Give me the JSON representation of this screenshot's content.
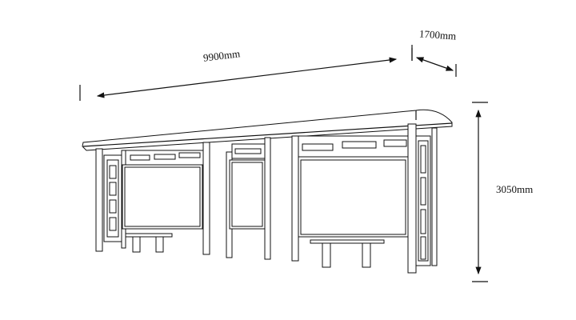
{
  "title": "Bus shelter elevation drawing",
  "dimensions": {
    "length": "9900mm",
    "depth": "1700mm",
    "height": "3050mm"
  },
  "colors": {
    "line": "#111111",
    "background": "#ffffff"
  }
}
